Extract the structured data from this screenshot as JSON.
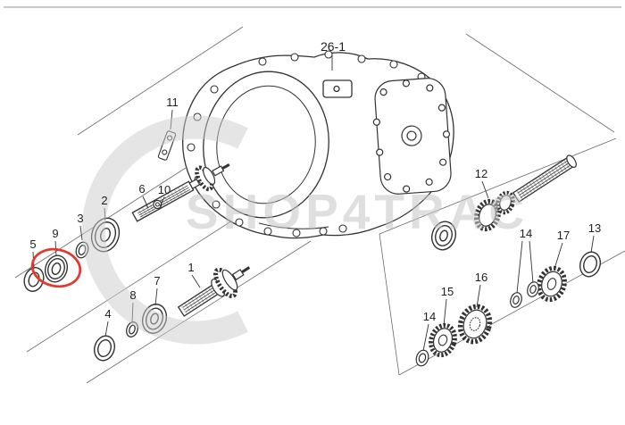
{
  "diagram": {
    "watermark": "SHOP4TRAC",
    "colors": {
      "highlight": "#e23a2e",
      "line": "#333333",
      "watermark": "#c6c6c6"
    },
    "labels": {
      "housing": "26-1",
      "bracket": "11",
      "nut": "10",
      "input_shaft": "6",
      "bearing_front": "2",
      "ring_front": "3",
      "seal": "9",
      "collar": "5",
      "main_shaft": "1",
      "bearing_main": "7",
      "ring_main": "8",
      "seal_main": "4",
      "cluster_gear": "12",
      "bearing_right": "13",
      "gear_17": "17",
      "washer_upper": "14",
      "gear_16": "16",
      "gear_15": "15",
      "washer_lower": "14"
    }
  }
}
